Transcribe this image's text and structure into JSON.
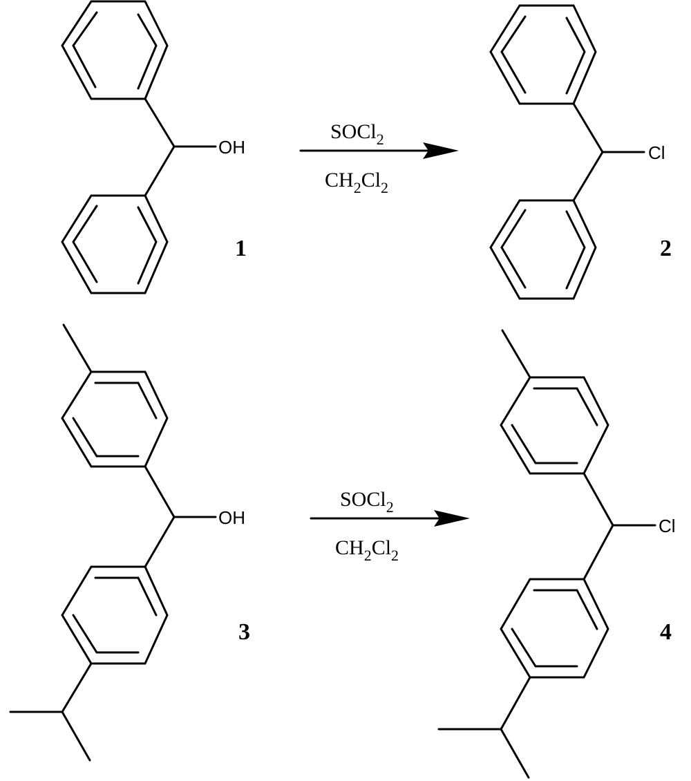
{
  "compounds": [
    {
      "number": "1",
      "substituent": "OH"
    },
    {
      "number": "2",
      "substituent": "Cl"
    },
    {
      "number": "3",
      "substituent": "OH"
    },
    {
      "number": "4",
      "substituent": "Cl"
    }
  ],
  "reactions": [
    {
      "reagent_top": {
        "base": "SOCl",
        "sub": "2"
      },
      "reagent_bottom": {
        "p1": "CH",
        "s1": "2",
        "p2": "Cl",
        "s2": "2"
      }
    },
    {
      "reagent_top": {
        "base": "SOCl",
        "sub": "2"
      },
      "reagent_bottom": {
        "p1": "CH",
        "s1": "2",
        "p2": "Cl",
        "s2": "2"
      }
    }
  ]
}
